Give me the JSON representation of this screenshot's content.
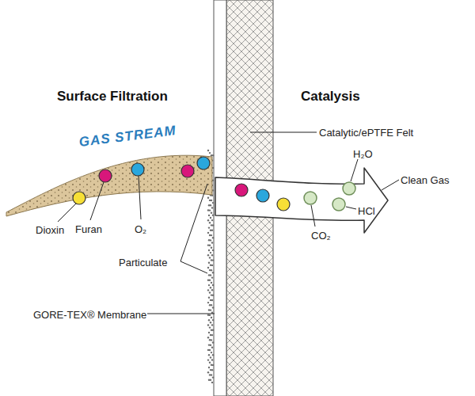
{
  "diagram": {
    "nodes": [
      {
        "text": [
          "Surface Filtration"
        ]
      },
      {
        "text": [
          "Catalysis"
        ]
      }
    ],
    "labels": [
      "GAS STREAM",
      "Dioxin",
      "Furan",
      "O₂",
      "Particulate",
      "GORE-TEX® Membrane",
      "Catalytic/ePTFE Felt",
      "H₂O",
      "Clean Gas",
      "HCl",
      "CO₂"
    ]
  }
}
